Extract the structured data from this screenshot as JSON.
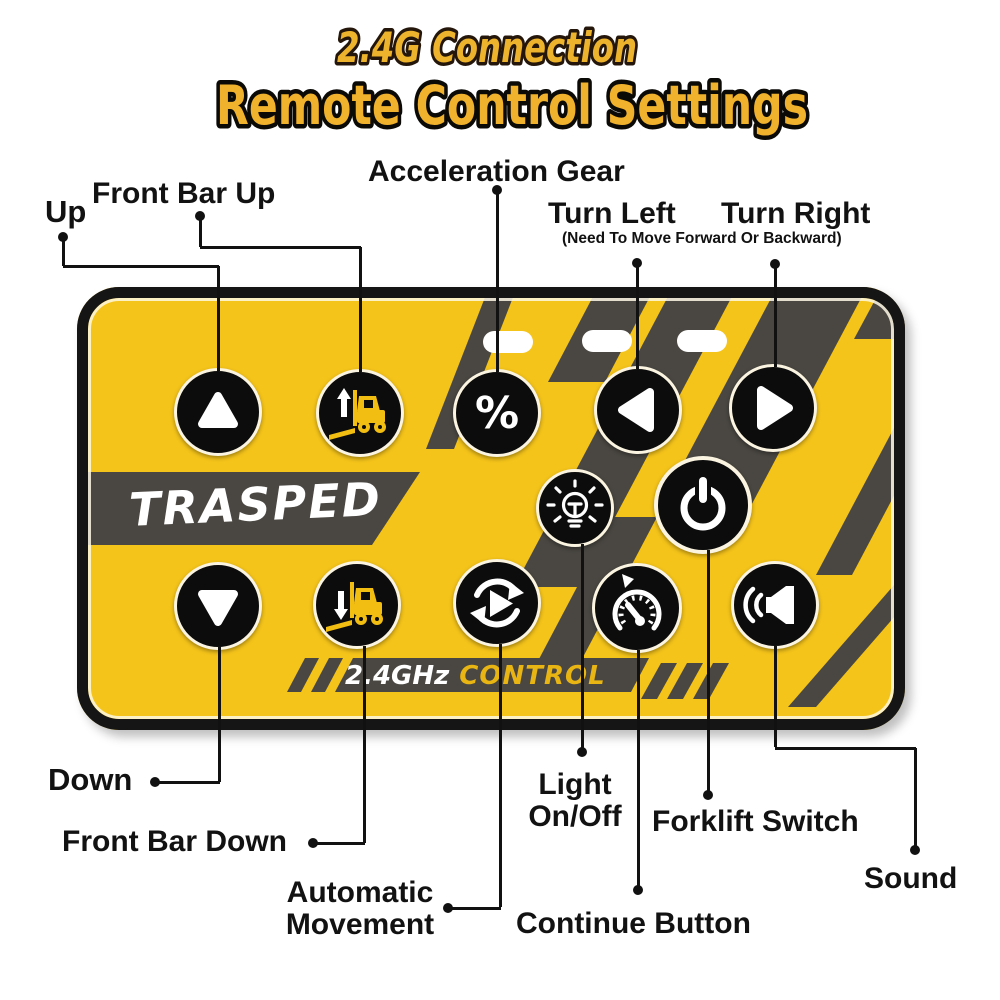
{
  "title": {
    "connection": "2.4G Connection",
    "main": "Remote Control Settings"
  },
  "panel": {
    "brand": "TRASPED",
    "banner": {
      "freq": "2.4GHz",
      "word": "CONTROL"
    },
    "percent_glyph": "%",
    "indicator_count": 3
  },
  "callouts": {
    "up": "Up",
    "front_bar_up": "Front Bar Up",
    "acceleration_gear": "Acceleration Gear",
    "turn_left": "Turn Left",
    "turn_right": "Turn Right",
    "turn_note": "(Need To Move Forward Or Backward)",
    "down": "Down",
    "front_bar_down": "Front Bar Down",
    "automatic_1": "Automatic",
    "automatic_2": "Movement",
    "light_1": "Light",
    "light_2": "On/Off",
    "continue_button": "Continue Button",
    "forklift_switch": "Forklift Switch",
    "sound": "Sound"
  },
  "buttons": [
    {
      "name": "up-button",
      "icon": "triangle-up-icon",
      "label": "Up"
    },
    {
      "name": "front-bar-up-button",
      "icon": "forklift-up-icon",
      "label": "Front Bar Up"
    },
    {
      "name": "acceleration-gear-button",
      "icon": "percent-icon",
      "label": "Acceleration Gear"
    },
    {
      "name": "turn-left-button",
      "icon": "triangle-left-icon",
      "label": "Turn Left"
    },
    {
      "name": "turn-right-button",
      "icon": "triangle-right-icon",
      "label": "Turn Right"
    },
    {
      "name": "light-button",
      "icon": "light-bulb-icon",
      "label": "Light On/Off"
    },
    {
      "name": "forklift-switch-button",
      "icon": "power-icon",
      "label": "Forklift Switch"
    },
    {
      "name": "down-button",
      "icon": "triangle-down-icon",
      "label": "Down"
    },
    {
      "name": "front-bar-down-button",
      "icon": "forklift-down-icon",
      "label": "Front Bar Down"
    },
    {
      "name": "automatic-movement-button",
      "icon": "auto-loop-play-icon",
      "label": "Automatic Movement"
    },
    {
      "name": "continue-button",
      "icon": "speedometer-icon",
      "label": "Continue Button"
    },
    {
      "name": "sound-button",
      "icon": "speaker-icon",
      "label": "Sound"
    }
  ],
  "colors": {
    "panel_yellow": "#F5C41A",
    "stripe_gray": "#4A4742",
    "title_yellow": "#F0B12C",
    "control_word_yellow": "#E8B512",
    "button_black": "#0C0C0C",
    "button_ring_cream": "#FAF4E1",
    "forklift_icon_yellow": "#F2BE12"
  }
}
